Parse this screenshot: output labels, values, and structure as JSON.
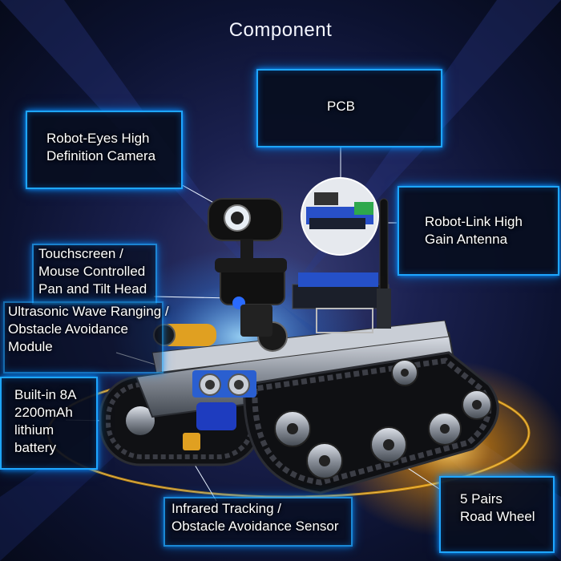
{
  "title": "Component",
  "colors": {
    "accent": "#1ea6ff",
    "background": "#0c1230",
    "glow": "#ffb000"
  },
  "labels": {
    "pcb": [
      "PCB"
    ],
    "camera": [
      "Robot-Eyes High",
      "Definition Camera"
    ],
    "antenna": [
      "Robot-Link High",
      "Gain Antenna"
    ],
    "pan_tilt": [
      "Touchscreen /",
      "Mouse Controlled",
      "Pan and Tilt Head"
    ],
    "ultrasonic": [
      "Ultrasonic Wave Ranging /",
      "Obstacle Avoidance",
      "Module"
    ],
    "battery": [
      "Built-in 8A",
      "2200mAh",
      "lithium",
      "battery"
    ],
    "infrared": [
      "Infrared Tracking /",
      "Obstacle Avoidance Sensor"
    ],
    "wheels": [
      "5 Pairs",
      "Road Wheel"
    ]
  }
}
